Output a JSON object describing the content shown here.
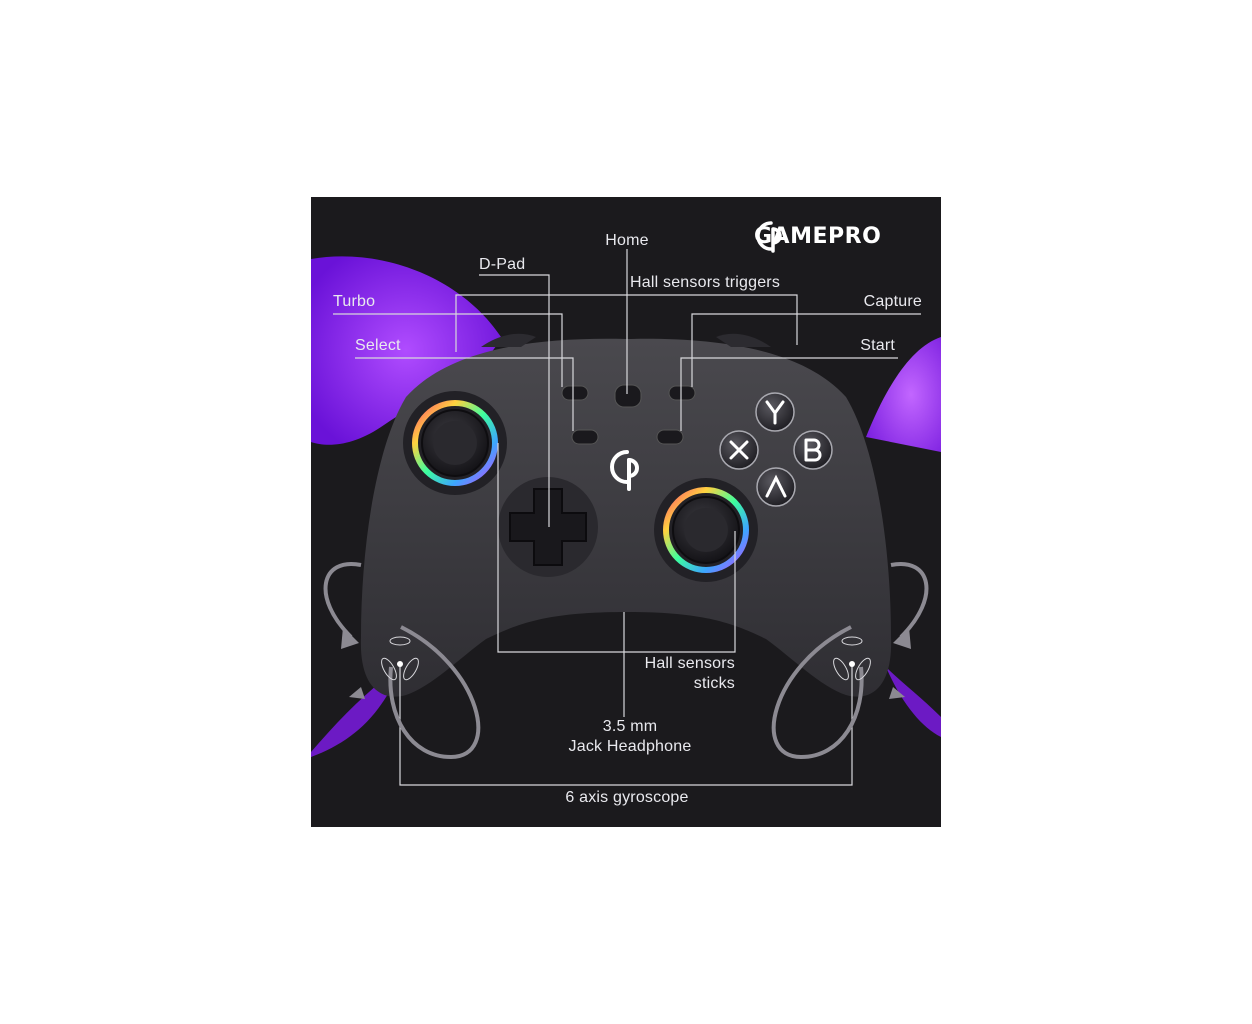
{
  "brand": {
    "name": "GAMEPRO",
    "logo_icon": "gamepro-gp-logo-icon"
  },
  "colors": {
    "background": "#1b1a1d",
    "accent_purple": "#8a2be2",
    "controller_body": "#3b3a3f",
    "label_text": "#e9e9ee",
    "leader_lines": "#d8d8dc"
  },
  "labels": {
    "home": "Home",
    "dpad": "D-Pad",
    "hall_triggers": "Hall sensors triggers",
    "turbo": "Turbo",
    "capture": "Capture",
    "select": "Select",
    "start": "Start",
    "hall_sticks_line1": "Hall sensors",
    "hall_sticks_line2": "sticks",
    "jack_line1": "3.5 mm",
    "jack_line2": "Jack Headphone",
    "gyro": "6 axis gyroscope"
  },
  "face_buttons": [
    "Y",
    "X",
    "B",
    "A"
  ]
}
